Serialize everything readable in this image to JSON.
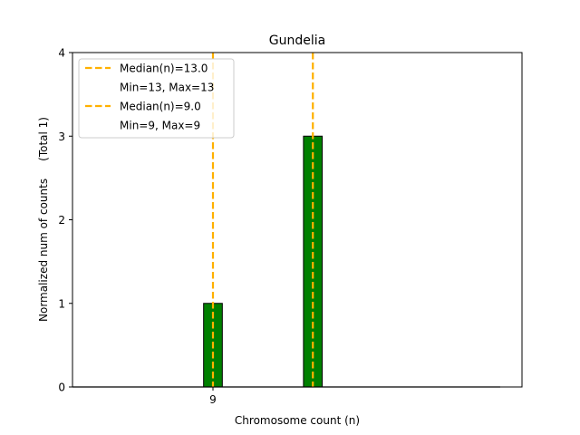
{
  "chart_data": {
    "type": "bar",
    "title": "Gundelia",
    "xlabel": "Chromosome count (n)",
    "ylabel": "Normalized num of counts     (Total 1)",
    "xlim": [
      6.75,
      13.95
    ],
    "ylim": [
      0,
      4
    ],
    "x_ticks": [
      9
    ],
    "y_ticks": [
      0,
      1,
      2,
      3,
      4
    ],
    "bar_width": 0.3,
    "bar_color": "#008000",
    "bar_edge_color": "#000000",
    "baseline": [
      6.75,
      13.6
    ],
    "bars": [
      {
        "x": 9,
        "value": 1
      },
      {
        "x": 10.6,
        "value": 3
      }
    ],
    "median_lines": [
      {
        "x": 9,
        "color": "#FFB000"
      },
      {
        "x": 10.6,
        "color": "#FFB000"
      }
    ],
    "legend": {
      "position": "upper left",
      "entries": [
        {
          "label": "Median(n)=13.0",
          "kind": "line",
          "color": "#FFB000"
        },
        {
          "label": "Min=13, Max=13",
          "kind": "text"
        },
        {
          "label": "Median(n)=9.0",
          "kind": "line",
          "color": "#FFB000"
        },
        {
          "label": "Min=9, Max=9",
          "kind": "text"
        }
      ]
    },
    "grid": false
  }
}
